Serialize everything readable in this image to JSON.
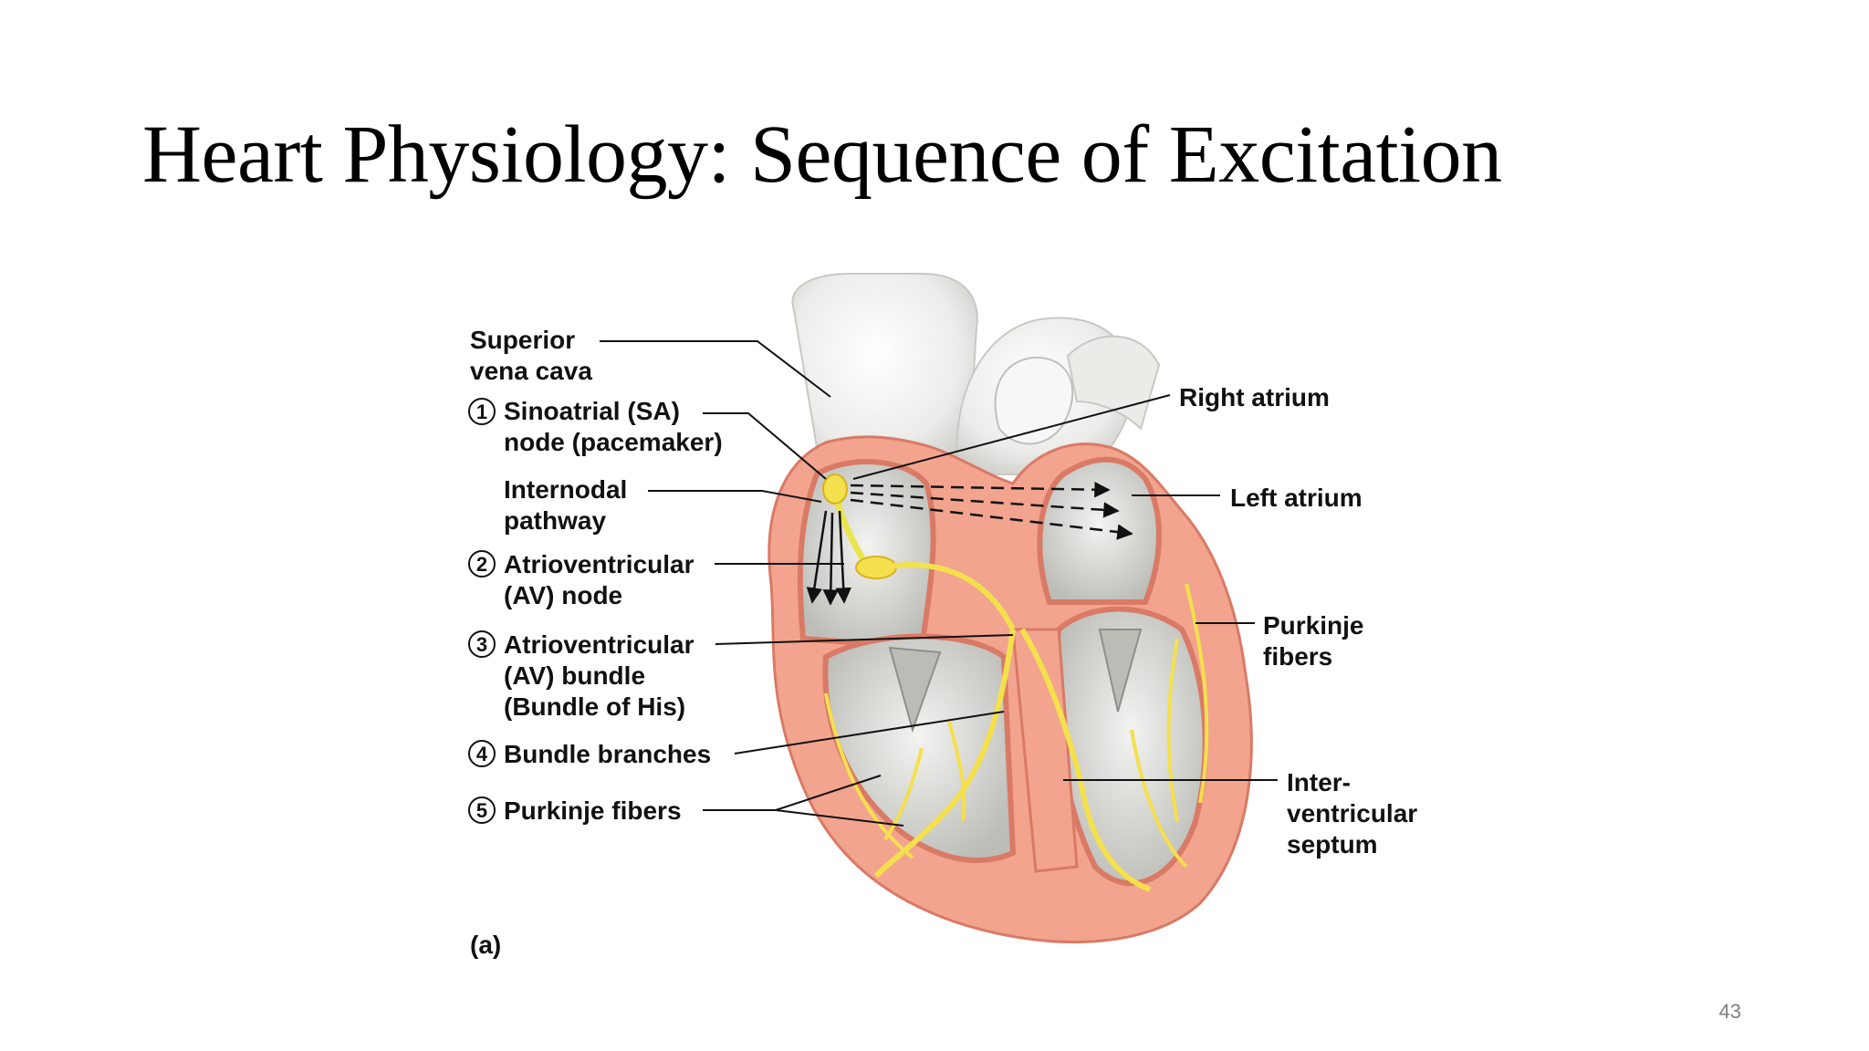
{
  "slide": {
    "title": "Heart Physiology: Sequence of Excitation",
    "page_number": "43"
  },
  "diagram": {
    "panel_label": "(a)",
    "left_labels": [
      {
        "number": "",
        "lines": [
          "Superior",
          "vena cava"
        ]
      },
      {
        "number": "1",
        "lines": [
          "Sinoatrial (SA)",
          "node (pacemaker)"
        ]
      },
      {
        "number": "",
        "lines": [
          "Internodal",
          "pathway"
        ]
      },
      {
        "number": "2",
        "lines": [
          "Atrioventricular",
          "(AV) node"
        ]
      },
      {
        "number": "3",
        "lines": [
          "Atrioventricular",
          "(AV) bundle",
          "(Bundle of His)"
        ]
      },
      {
        "number": "4",
        "lines": [
          "Bundle branches"
        ]
      },
      {
        "number": "5",
        "lines": [
          "Purkinje fibers"
        ]
      }
    ],
    "right_labels": [
      {
        "lines": [
          "Right atrium"
        ]
      },
      {
        "lines": [
          "Left atrium"
        ]
      },
      {
        "lines": [
          "Purkinje",
          "fibers"
        ]
      },
      {
        "lines": [
          "Inter-",
          "ventricular",
          "septum"
        ]
      }
    ],
    "colors": {
      "myocardium": "#f2a48e",
      "myocardium_edge": "#d97a66",
      "conduction": "#f4e04d",
      "conduction_edge": "#d8b21c",
      "vessel": "#e9e9e6",
      "chamber": "#d6d6d2"
    }
  }
}
